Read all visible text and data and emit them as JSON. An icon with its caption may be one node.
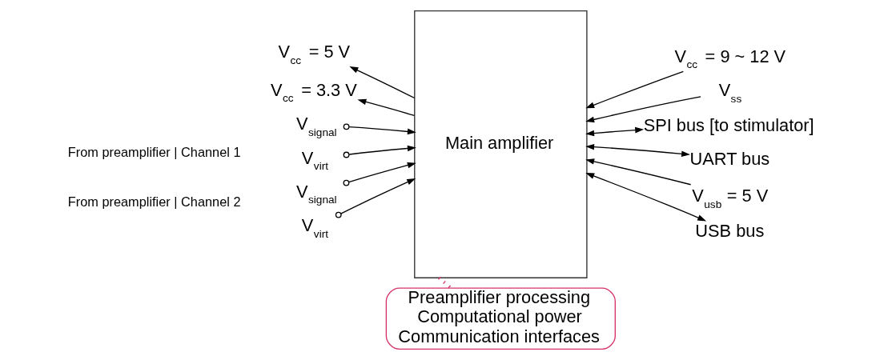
{
  "diagram": {
    "nodes": [
      {
        "text": [
          "Main amplifier"
        ]
      },
      {
        "text": [
          "V$_{cc}$ = 5 V"
        ]
      },
      {
        "text": [
          "V$_{cc}$ = 3.3 V"
        ]
      },
      {
        "text": [
          "V$_{cc}$ = 9 ~ 12 V"
        ]
      },
      {
        "text": [
          "V$_{ss}$"
        ]
      },
      {
        "text": [
          "SPI bus [to stimulator]"
        ]
      },
      {
        "text": [
          "UART bus"
        ]
      },
      {
        "text": [
          "V$_{usb}$ = 5 V"
        ]
      },
      {
        "text": [
          "USB bus"
        ]
      },
      {
        "text": [
          "V$_{signal}$"
        ]
      },
      {
        "text": [
          "V$_{virt}$"
        ]
      },
      {
        "text": [
          "V$_{signal}$"
        ]
      },
      {
        "text": [
          "V$_{virt}$"
        ]
      },
      {
        "text": [
          "Preamplifier processing",
          "Computational power",
          "Communication interfaces"
        ]
      }
    ],
    "edges": [
      {
        "from": 0,
        "to": 1,
        "arrow": "to"
      },
      {
        "from": 0,
        "to": 2,
        "arrow": "to"
      },
      {
        "from": 3,
        "to": 0,
        "arrow": "to"
      },
      {
        "from": 4,
        "to": 0,
        "arrow": "to"
      },
      {
        "from": 9,
        "to": 0,
        "arrow": "to"
      },
      {
        "from": 10,
        "to": 0,
        "arrow": "to"
      },
      {
        "from": 0,
        "to": 5,
        "arrow": "both"
      },
      {
        "from": 0,
        "to": 6,
        "arrow": "both"
      },
      {
        "from": 11,
        "to": 0,
        "arrow": "to"
      },
      {
        "from": 12,
        "to": 0,
        "arrow": "to"
      },
      {
        "from": 7,
        "to": 0,
        "arrow": "to"
      },
      {
        "from": 0,
        "to": 8,
        "arrow": "both"
      },
      {
        "from": 0,
        "to": 13,
        "arrow": "none",
        "style": "dashed",
        "color": "#d6336c"
      }
    ],
    "labels": [
      "From preamplifier | Channel 1",
      "From preamplifier | Channel 2"
    ]
  }
}
